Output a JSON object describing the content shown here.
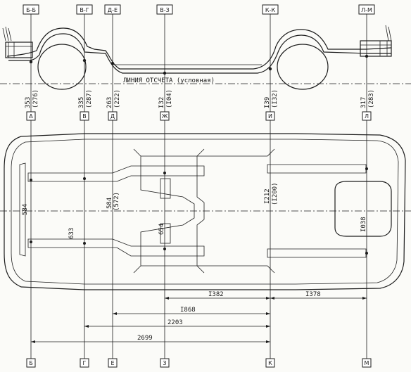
{
  "section_labels": [
    "Б-Б",
    "В-Г",
    "Д-Е",
    "В-З",
    "К-К",
    "Л-М"
  ],
  "height_values": [
    {
      "main": "353",
      "alt": "(276)"
    },
    {
      "main": "335",
      "alt": "(287)"
    },
    {
      "main": "263",
      "alt": "(222)"
    },
    {
      "main": "I32",
      "alt": "(I04)"
    },
    {
      "main": "I39",
      "alt": "(I32)"
    },
    {
      "main": "317",
      "alt": "(283)"
    }
  ],
  "mid_letters": [
    "А",
    "В",
    "Д",
    "Ж",
    "И",
    "Л"
  ],
  "bottom_letters": [
    "Б",
    "Г",
    "Е",
    "З",
    "К",
    "М"
  ],
  "datum_line_label": "ЛИНИЯ ОТСЧЕТА (условная)",
  "dimensions": {
    "d1382": "I382",
    "d1378": "I378",
    "d1868": "I868",
    "d2203": "2203",
    "d2699": "2699",
    "w584": "584",
    "w633": "633",
    "w584b": "584",
    "w572": "(572)",
    "w654": "654",
    "w1212": "I212",
    "w1200": "(I200)",
    "w1038": "I038"
  }
}
